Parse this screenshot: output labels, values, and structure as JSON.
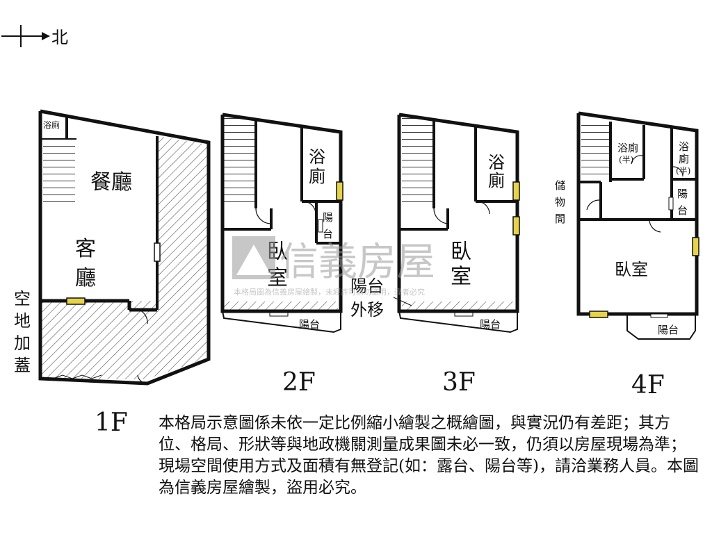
{
  "compass": {
    "label": "北"
  },
  "floors": {
    "f1": {
      "label": "1F",
      "rooms": {
        "bath": "浴廁",
        "dining": "餐廳",
        "living_1": "客",
        "living_2": "廳"
      },
      "side_label": [
        "空",
        "地",
        "加",
        "蓋"
      ]
    },
    "f2": {
      "label": "2F",
      "rooms": {
        "bath_1": "浴",
        "bath_2": "廁",
        "balcony_small_1": "陽",
        "balcony_small_2": "台",
        "bedroom_1": "臥",
        "bedroom_2": "室",
        "balcony": "陽台"
      },
      "callout": [
        "陽台",
        "外移"
      ]
    },
    "f3": {
      "label": "3F",
      "rooms": {
        "bath_1": "浴",
        "bath_2": "廁",
        "bedroom_1": "臥",
        "bedroom_2": "室",
        "balcony": "陽台"
      }
    },
    "f4": {
      "label": "4F",
      "rooms": {
        "bath_a_1": "浴廁",
        "bath_a_2": "(半)",
        "bath_b_1": "浴",
        "bath_b_2": "廁",
        "bath_b_3": "(半)",
        "storage_1": "儲",
        "storage_2": "物",
        "storage_3": "間",
        "balcony_small_1": "陽",
        "balcony_small_2": "台",
        "bedroom": "臥室",
        "balcony": "陽台"
      }
    }
  },
  "watermark": {
    "brand": "信義房屋",
    "notice": "本格局圖為信義房屋繪製，未經許可請勿盜用，違者必究"
  },
  "disclaimer": "本格局示意圖係未依一定比例縮小繪製之概繪圖，與實況仍有差距；其方位、格局、形狀等與地政機關測量成果圖未必一致，仍須以房屋現場為準；現場空間使用方式及面積有無登記(如：露台、陽台等)，請洽業務人員。本圖為信義房屋繪製，盜用必究。",
  "colors": {
    "wall": "#111111",
    "window": "#e6d34a",
    "hatch": "#555555",
    "watermark": "#9a9a9a"
  }
}
